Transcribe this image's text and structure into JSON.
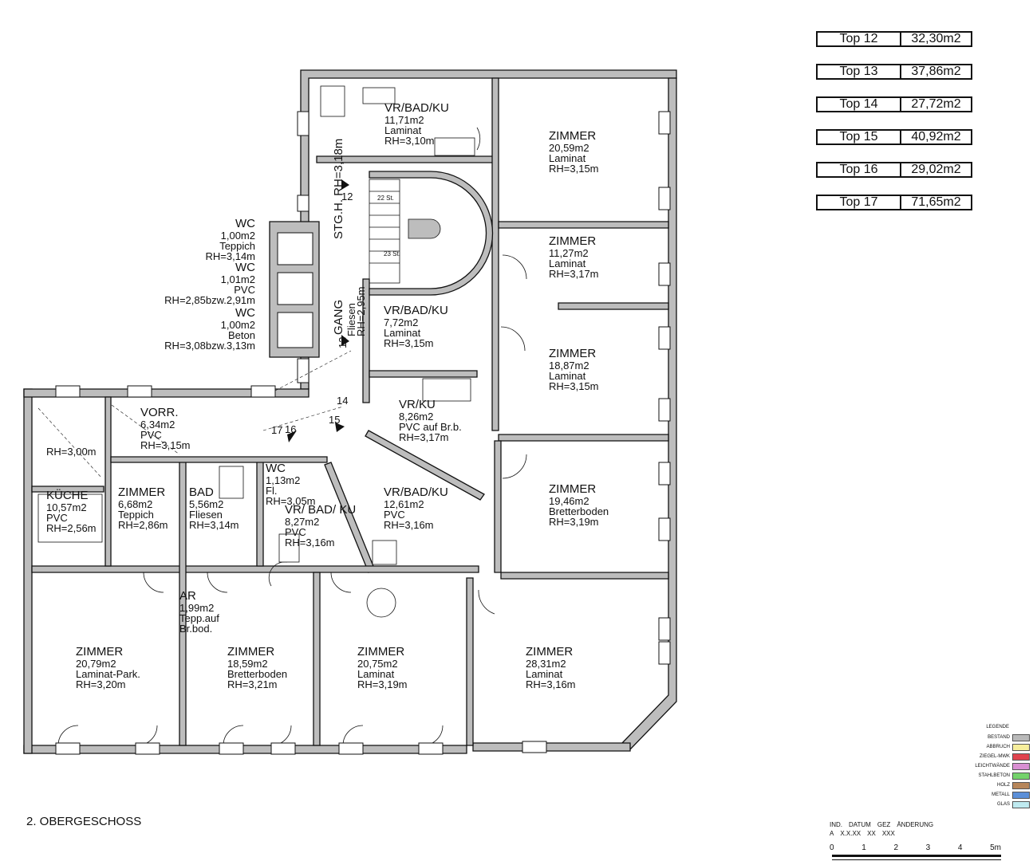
{
  "units": [
    {
      "name": "Top 12",
      "area": "32,30m2"
    },
    {
      "name": "Top 13",
      "area": "37,86m2"
    },
    {
      "name": "Top 14",
      "area": "27,72m2"
    },
    {
      "name": "Top 15",
      "area": "40,92m2"
    },
    {
      "name": "Top 16",
      "area": "29,02m2"
    },
    {
      "name": "Top 17",
      "area": "71,65m2"
    }
  ],
  "rooms": {
    "r1": {
      "name": "VR/BAD/KU",
      "area": "11,71m2",
      "floor": "Laminat",
      "height": "RH=3,10m"
    },
    "r2": {
      "name": "ZIMMER",
      "area": "20,59m2",
      "floor": "Laminat",
      "height": "RH=3,15m"
    },
    "r3": {
      "name": "ZIMMER",
      "area": "11,27m2",
      "floor": "Laminat",
      "height": "RH=3,17m"
    },
    "r4": {
      "name": "ZIMMER",
      "area": "18,87m2",
      "floor": "Laminat",
      "height": "RH=3,15m"
    },
    "r5": {
      "name": "VR/BAD/KU",
      "area": "7,72m2",
      "floor": "Laminat",
      "height": "RH=3,15m"
    },
    "r6": {
      "name": "VR/KU",
      "area": "8,26m2",
      "floor": "PVC auf Br.b.",
      "height": "RH=3,17m"
    },
    "r7": {
      "name": "ZIMMER",
      "area": "19,46m2",
      "floor": "Bretterboden",
      "height": "RH=3,19m"
    },
    "r8": {
      "name": "VR/BAD/KU",
      "area": "12,61m2",
      "floor": "PVC",
      "height": "RH=3,16m"
    },
    "r9": {
      "name": "VORR.",
      "area": "6,34m2",
      "floor": "PVC",
      "height": "RH=3,15m"
    },
    "r10": {
      "name": "KÜCHE",
      "area": "10,57m2",
      "floor": "PVC",
      "height": "RH=2,56m"
    },
    "r11": {
      "name": "ZIMMER",
      "area": "6,68m2",
      "floor": "Teppich",
      "height": "RH=2,86m"
    },
    "r12": {
      "name": "BAD",
      "area": "5,56m2",
      "floor": "Fliesen",
      "height": "RH=3,14m"
    },
    "r13": {
      "name": "WC",
      "area": "1,13m2",
      "floor": "Fl.",
      "height": "RH=3,05m"
    },
    "r14": {
      "name": "VR/ BAD/ KU",
      "area": "8,27m2",
      "floor": "PVC",
      "height": "RH=3,16m"
    },
    "r15": {
      "name": "AR",
      "area": "1,99m2",
      "floor": "Tepp.auf Br.bod.",
      "height": ""
    },
    "r16": {
      "name": "ZIMMER",
      "area": "20,79m2",
      "floor": "Laminat-Park.",
      "height": "RH=3,20m"
    },
    "r17": {
      "name": "ZIMMER",
      "area": "18,59m2",
      "floor": "Bretterboden",
      "height": "RH=3,21m"
    },
    "r18": {
      "name": "ZIMMER",
      "area": "20,75m2",
      "floor": "Laminat",
      "height": "RH=3,19m"
    },
    "r19": {
      "name": "ZIMMER",
      "area": "28,31m2",
      "floor": "Laminat",
      "height": "RH=3,16m"
    },
    "wc1": {
      "name": "WC",
      "area": "1,00m2",
      "floor": "Teppich",
      "height": "RH=3,14m"
    },
    "wc2": {
      "name": "WC",
      "area": "1,01m2",
      "floor": "PVC",
      "height": "RH=2,85bzw.2,91m"
    },
    "wc3": {
      "name": "WC",
      "area": "1,00m2",
      "floor": "Beton",
      "height": "RH=3,08bzw.3,13m"
    },
    "stair": {
      "name": "STG.H.",
      "height": "RH=3,18m"
    },
    "gang": {
      "name": "GANG",
      "floor": "Fliesen",
      "height": "RH=2,95m"
    },
    "misc_rh": "RH=3,00m"
  },
  "steps": {
    "s12": "12",
    "s13": "13",
    "s14": "14",
    "s15": "15",
    "s16": "16",
    "s17": "17",
    "st22": "22 St.",
    "st23": "23 St."
  },
  "floor_label": "2. OBERGESCHOSS",
  "legend": {
    "title": "LEGENDE",
    "items": [
      {
        "label": "BESTAND",
        "color": "#b9b9b9"
      },
      {
        "label": "ABBRUCH",
        "color": "#f6ee9c"
      },
      {
        "label": "ZIEGEL-MWK",
        "color": "#e0434e"
      },
      {
        "label": "LEICHTWÄNDE",
        "color": "#d98fd2"
      },
      {
        "label": "STAHLBETON",
        "color": "#74d36b"
      },
      {
        "label": "HOLZ",
        "color": "#b7865a"
      },
      {
        "label": "METALL",
        "color": "#5b8fd8"
      },
      {
        "label": "GLAS",
        "color": "#bfeaf0"
      }
    ]
  },
  "scale": {
    "header": [
      "IND.",
      "DATUM",
      "GEZ",
      "ÄNDERUNG"
    ],
    "row": [
      "A",
      "X.X.XX",
      "XX",
      "XXX"
    ],
    "ticks": [
      "0",
      "1",
      "2",
      "3",
      "4",
      "5m"
    ]
  },
  "colors": {
    "wall": "#bdbdbd",
    "line": "#111111"
  }
}
